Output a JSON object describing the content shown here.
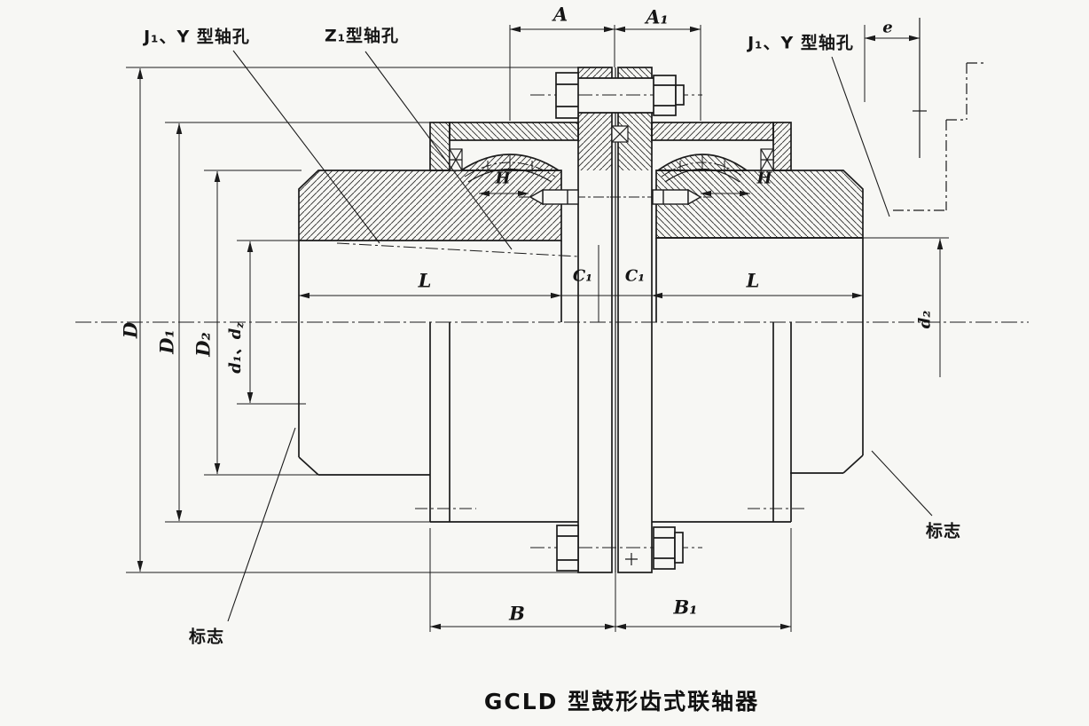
{
  "colors": {
    "ink": "#1b1b1b",
    "paper": "#f7f7f4"
  },
  "caption": "GCLD 型鼓形齿式联轴器",
  "callouts": {
    "bore_jy_left": "J₁、Y 型轴孔",
    "bore_z1": "Z₁型轴孔",
    "bore_jy_right": "J₁、Y 型轴孔",
    "mark_left": "标志",
    "mark_right": "标志"
  },
  "dims": {
    "A": "A",
    "A1": "A₁",
    "e": "e",
    "D": "D",
    "D1": "D₁",
    "D2": "D₂",
    "d1dz_main": "d₁、d",
    "d1dz_sub": "z",
    "d2": "d₂",
    "L_left": "L",
    "L_right": "L",
    "C1_left": "C₁",
    "C1_right": "C₁",
    "H_left": "H",
    "H_right": "H",
    "B": "B",
    "B1": "B₁"
  }
}
